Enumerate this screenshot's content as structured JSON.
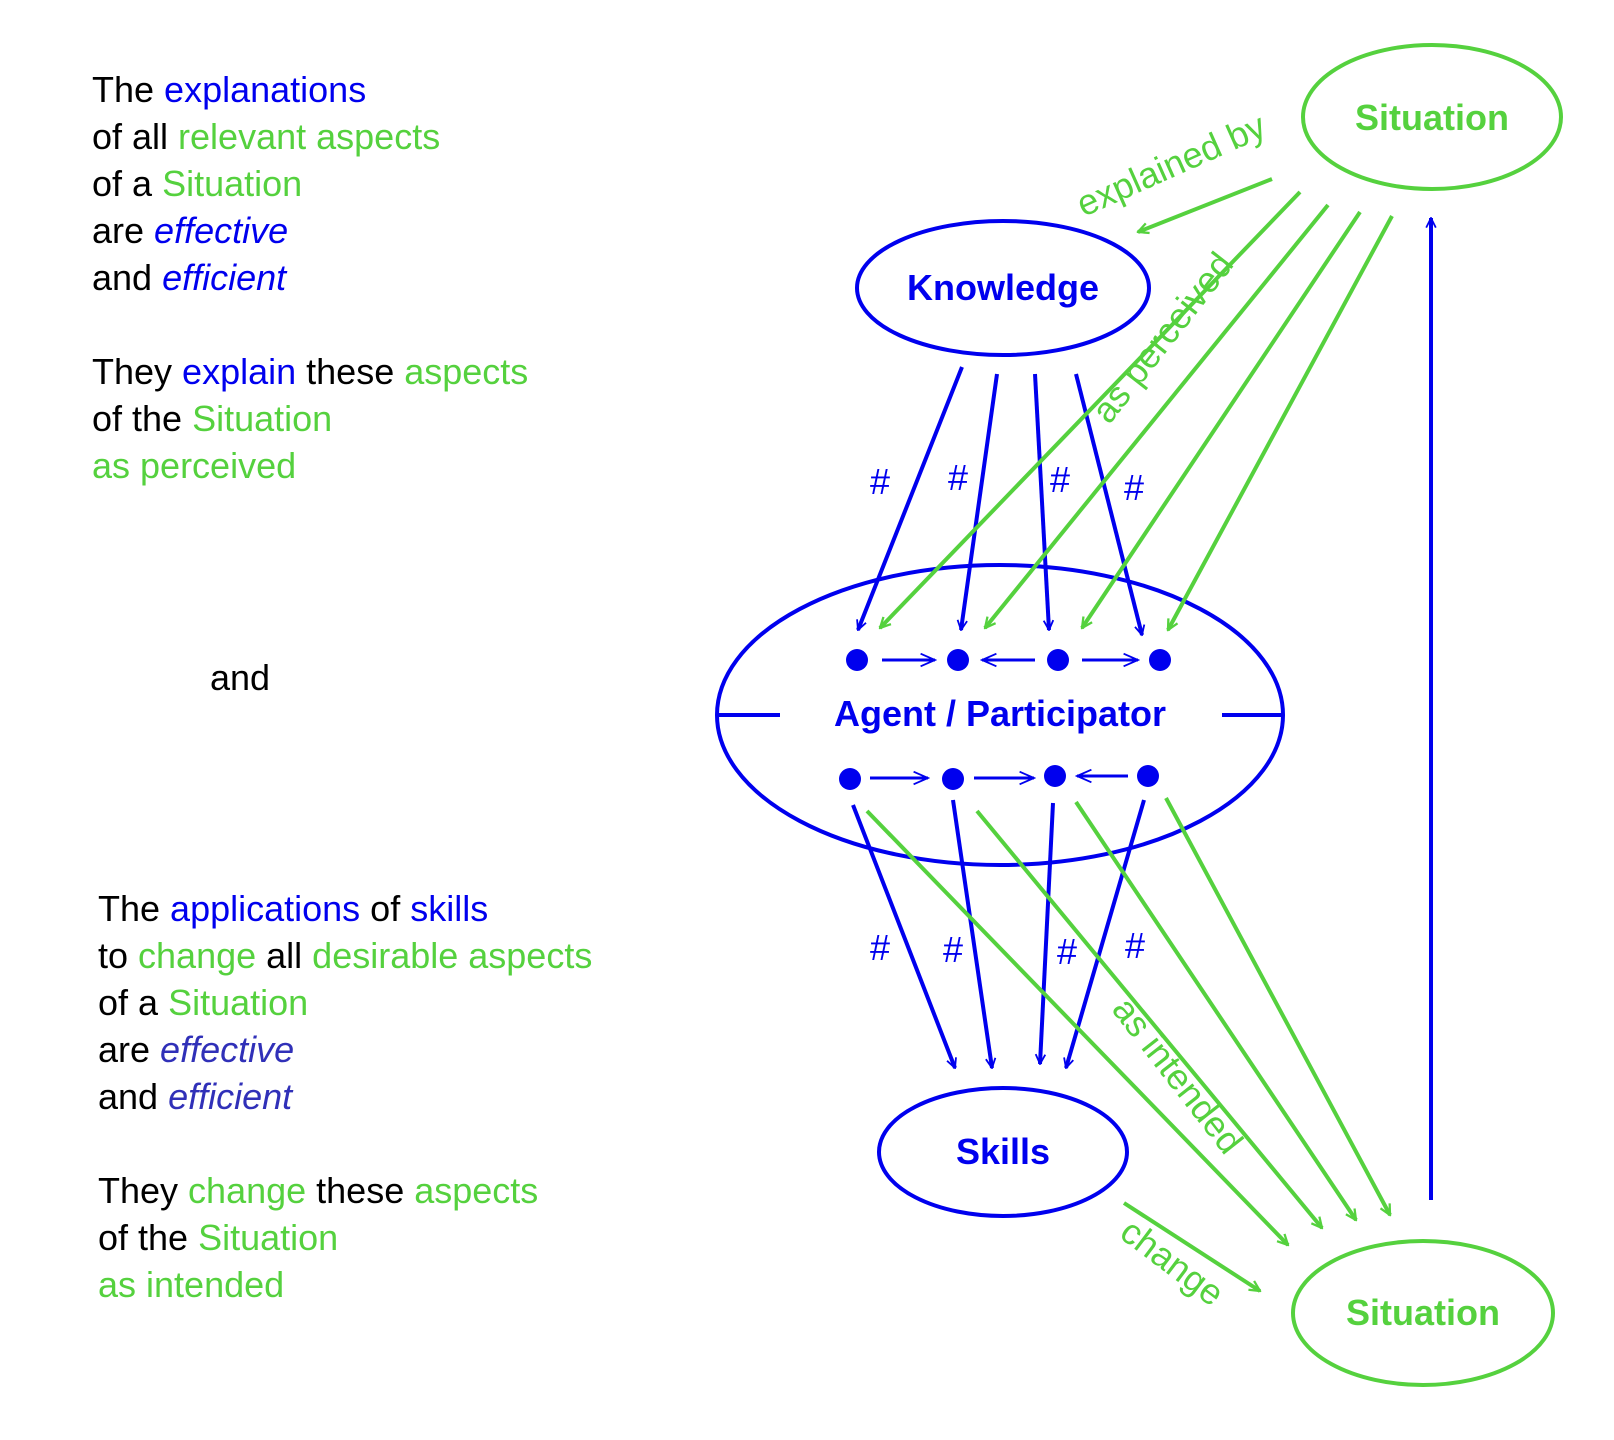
{
  "colors": {
    "blue": "#0000ee",
    "green": "#55d13e",
    "dark_blue": "#3030b8",
    "black": "#000000"
  },
  "text_top": {
    "lines": [
      [
        {
          "t": "The ",
          "c": "k"
        },
        {
          "t": "explanations",
          "c": "b"
        }
      ],
      [
        {
          "t": "of all ",
          "c": "k"
        },
        {
          "t": "relevant aspects",
          "c": "g"
        }
      ],
      [
        {
          "t": "of a ",
          "c": "k"
        },
        {
          "t": "Situation",
          "c": "g"
        }
      ],
      [
        {
          "t": "are ",
          "c": "k"
        },
        {
          "t": "effective",
          "c": "bi"
        }
      ],
      [
        {
          "t": "and ",
          "c": "k"
        },
        {
          "t": "efficient",
          "c": "bi"
        }
      ],
      [],
      [
        {
          "t": "They ",
          "c": "k"
        },
        {
          "t": "explain",
          "c": "b"
        },
        {
          "t": " these ",
          "c": "k"
        },
        {
          "t": "aspects",
          "c": "g"
        }
      ],
      [
        {
          "t": "of the ",
          "c": "k"
        },
        {
          "t": "Situation",
          "c": "g"
        }
      ],
      [
        {
          "t": "as perceived",
          "c": "g"
        }
      ]
    ]
  },
  "connector": "and",
  "text_bottom": {
    "lines": [
      [
        {
          "t": "The ",
          "c": "k"
        },
        {
          "t": "applications",
          "c": "b"
        },
        {
          "t": " of ",
          "c": "k"
        },
        {
          "t": "skills",
          "c": "b"
        }
      ],
      [
        {
          "t": "to ",
          "c": "k"
        },
        {
          "t": "change",
          "c": "g"
        },
        {
          "t": " all ",
          "c": "k"
        },
        {
          "t": "desirable aspects",
          "c": "g"
        }
      ],
      [
        {
          "t": "of a ",
          "c": "k"
        },
        {
          "t": "Situation",
          "c": "g"
        }
      ],
      [
        {
          "t": "are ",
          "c": "k"
        },
        {
          "t": "effective",
          "c": "di"
        }
      ],
      [
        {
          "t": "and ",
          "c": "k"
        },
        {
          "t": "efficient",
          "c": "di"
        }
      ],
      [],
      [
        {
          "t": "They ",
          "c": "k"
        },
        {
          "t": "change",
          "c": "g"
        },
        {
          "t": " these ",
          "c": "k"
        },
        {
          "t": "aspects",
          "c": "g"
        }
      ],
      [
        {
          "t": "of the ",
          "c": "k"
        },
        {
          "t": "Situation",
          "c": "g"
        }
      ],
      [
        {
          "t": "as intended",
          "c": "g"
        }
      ]
    ]
  },
  "nodes": {
    "situation_top": "Situation",
    "knowledge": "Knowledge",
    "agent": "Agent / Participator",
    "skills": "Skills",
    "situation_bottom": "Situation"
  },
  "edge_labels": {
    "explained_by": "explained by",
    "as_perceived": "as perceived",
    "as_intended": "as intended",
    "change": "change",
    "hash": "#"
  }
}
